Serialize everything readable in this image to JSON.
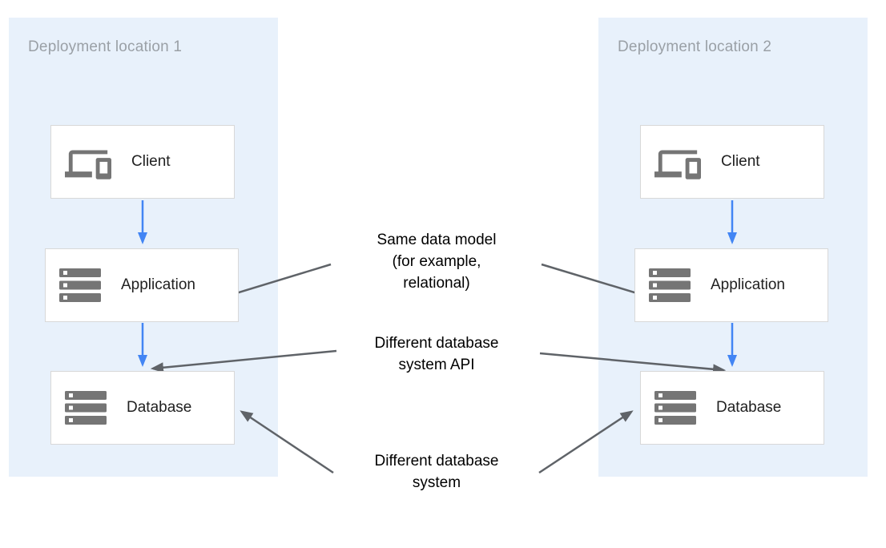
{
  "colors": {
    "panel_bg": "#e8f1fb",
    "panel_title": "#9aa0a6",
    "box_bg": "#ffffff",
    "box_border": "#d8d8d8",
    "box_label": "#212121",
    "icon_gray": "#757575",
    "flow_arrow_blue": "#4285f4",
    "annotation_arrow_gray": "#5f6368",
    "annotation_text": "#000000"
  },
  "panels": [
    {
      "title": "Deployment location 1",
      "boxes": [
        {
          "label": "Client",
          "icon": "devices-icon"
        },
        {
          "label": "Application",
          "icon": "server-stack-icon"
        },
        {
          "label": "Database",
          "icon": "server-stack-icon"
        }
      ]
    },
    {
      "title": "Deployment location 2",
      "boxes": [
        {
          "label": "Client",
          "icon": "devices-icon"
        },
        {
          "label": "Application",
          "icon": "server-stack-icon"
        },
        {
          "label": "Database",
          "icon": "server-stack-icon"
        }
      ]
    }
  ],
  "annotations": [
    {
      "text": "Same data model\n(for example,\nrelational)"
    },
    {
      "text": "Different database\nsystem API"
    },
    {
      "text": "Different database\nsystem"
    }
  ]
}
